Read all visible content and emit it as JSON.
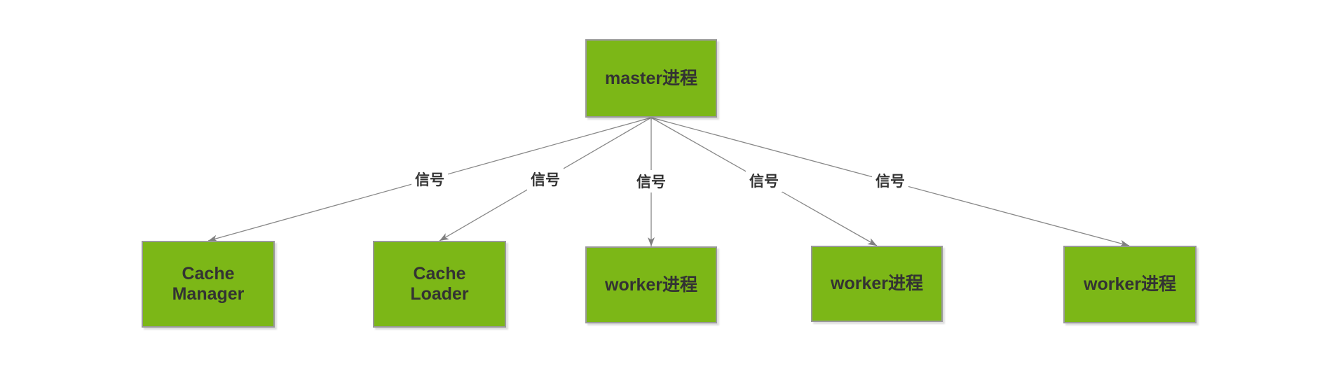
{
  "diagram": {
    "root_node": {
      "label": "master进程"
    },
    "edge_label": "信号",
    "child_nodes": [
      {
        "label": "Cache Manager"
      },
      {
        "label": "Cache Loader"
      },
      {
        "label": "worker进程"
      },
      {
        "label": "worker进程"
      },
      {
        "label": "worker进程"
      }
    ],
    "colors": {
      "node_fill": "#7cb717",
      "node_border": "#999999",
      "edge_line": "#888888",
      "arrowhead": "#808080",
      "node_text": "#333333"
    }
  }
}
